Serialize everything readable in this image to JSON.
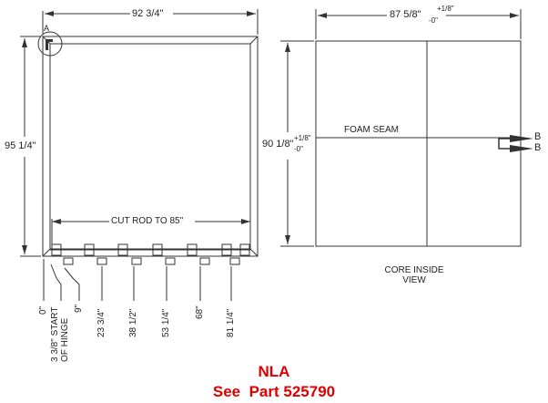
{
  "left_view": {
    "width_dim": "92 3/4\"",
    "height_dim": "95 1/4\"",
    "detail_label": "A",
    "rod_label": "CUT ROD TO 85\"",
    "hinge_positions": [
      "0\"",
      "3 3/8\" START",
      "OF HINGE",
      "9\"",
      "23 3/4\"",
      "38 1/2\"",
      "53 1/4\"",
      "68\"",
      "81 1/4\""
    ]
  },
  "right_view": {
    "width_dim": "87 5/8\"",
    "width_tol_plus": "+1/8\"",
    "width_tol_minus": "-0\"",
    "height_dim": "90 1/8\"",
    "height_tol_plus": "+1/8\"",
    "height_tol_minus": "-0\"",
    "seam_label": "FOAM SEAM",
    "section_label_1": "B",
    "section_label_2": "B",
    "caption_line1": "CORE INSIDE",
    "caption_line2": "VIEW"
  },
  "notice": {
    "line1": "NLA",
    "line2": "See  Part 525790",
    "color": "#e00000"
  }
}
